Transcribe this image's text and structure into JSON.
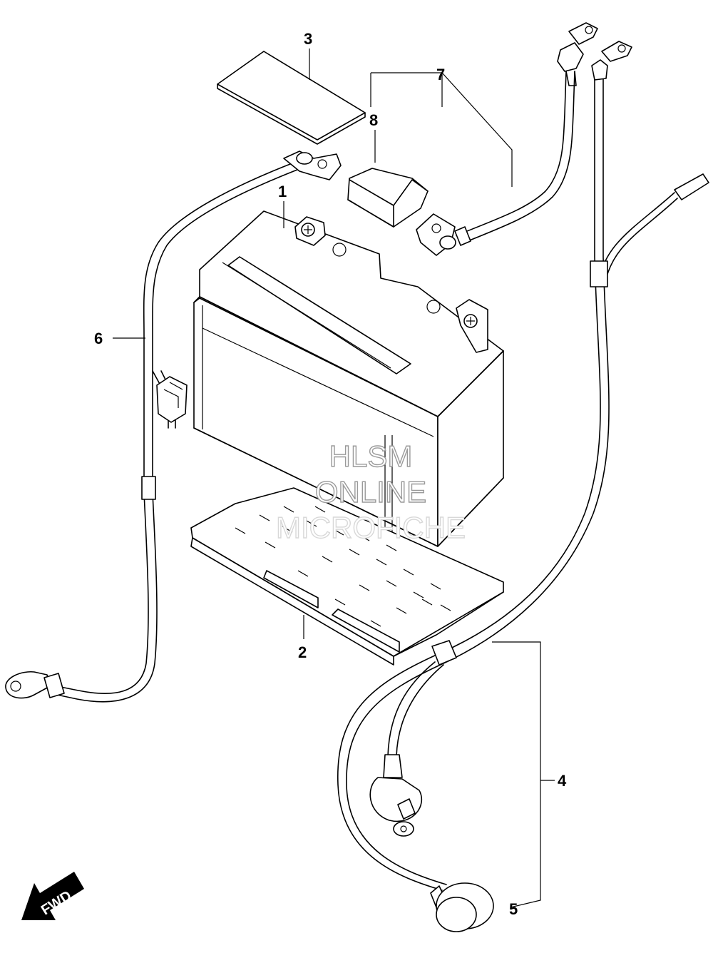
{
  "callouts": {
    "c1": "1",
    "c2": "2",
    "c3": "3",
    "c4": "4",
    "c5": "5",
    "c6": "6",
    "c7": "7",
    "c8": "8"
  },
  "watermark": {
    "line1": "HLSM",
    "line2": "ONLINE",
    "line3": "MICROFICHE"
  },
  "fwd_label": "FWD"
}
